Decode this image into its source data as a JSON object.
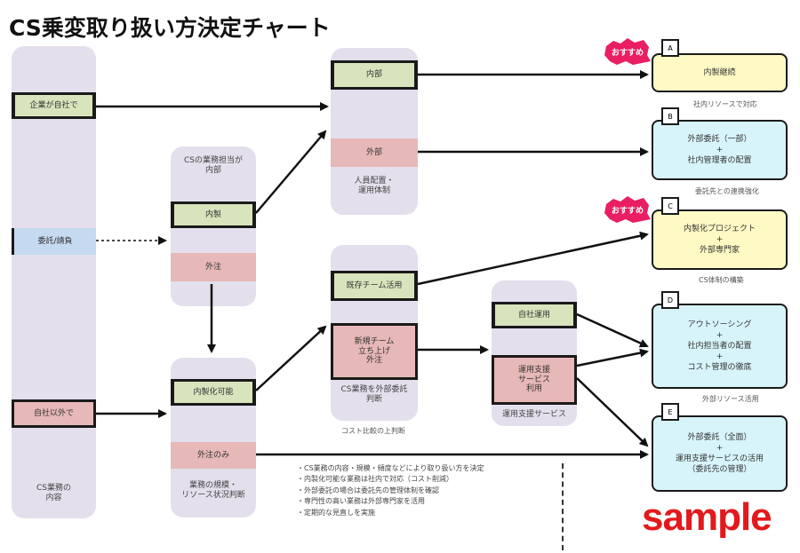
{
  "title": "CS乗変取り扱い方決定チャート",
  "left_column": {
    "item_1": "企業が自社で",
    "item_2": "委託/請負",
    "item_3": "自社以外で",
    "bottom": "CS業務の\n内容"
  },
  "decision_1": {
    "header": "CSの業務担当が\n内部",
    "opt_green": "内製",
    "opt_pink": "外注"
  },
  "decision_2": {
    "opt_green": "内製化可能",
    "opt_pink": "外注のみ",
    "footer": "業務の規模・\nリソース状況判断"
  },
  "decision_3": {
    "opt_green": "内部",
    "opt_pink": "外部",
    "footer": "人員配置・\n運用体制"
  },
  "decision_4": {
    "opt_green": "既存チーム活用",
    "opt_pink": "新規チーム\n立ち上げ\n外注",
    "footer": "CS業務を外部委託\n判断",
    "caption": "コスト比較の上判断"
  },
  "decision_5": {
    "opt_green": "自社運用",
    "opt_pink": "運用支援\nサービス\n利用",
    "footer": "運用支援サービス"
  },
  "results": [
    {
      "num": "A",
      "color": "yellow",
      "lines": [
        "内製継続"
      ],
      "caption": "社内リソースで対応"
    },
    {
      "num": "B",
      "color": "cyan",
      "lines": [
        "外部委託（一部）",
        "+",
        "社内管理者の配置"
      ],
      "caption": "委託先との連携強化"
    },
    {
      "num": "C",
      "color": "yellow",
      "lines": [
        "内製化プロジェクト",
        "+",
        "外部専門家"
      ],
      "caption": "CS体制の構築"
    },
    {
      "num": "D",
      "color": "cyan",
      "lines": [
        "アウトソーシング",
        "+",
        "社内担当者の配置",
        "+",
        "コスト管理の徹底"
      ],
      "caption": "外部リソース活用"
    },
    {
      "num": "E",
      "color": "cyan",
      "lines": [
        "外部委託（全面）",
        "+",
        "運用支援サービスの活用",
        "（委託先の管理）"
      ],
      "caption": ""
    }
  ],
  "badges": {
    "badge_1": "おすすめ",
    "badge_2": "おすすめ"
  },
  "notes": [
    "・CS業務の内容・規模・頻度などにより取り扱い方を決定",
    "・内製化可能な業務は社内で対応（コスト削減）",
    "・外部委託の場合は委託先の管理体制を確認",
    "・専門性の高い業務は外部専門家を活用",
    "・定期的な見直しを実施"
  ],
  "watermark": "sample",
  "colors": {
    "green": "#d8e4bc",
    "pink": "#e6b8b7",
    "blue": "#c5d9f1",
    "lavender": "#e4dfec",
    "yellow": "#fff9c4",
    "cyan": "#d7f4fb",
    "badge": "#e91e63",
    "watermark": "#e3191c"
  }
}
